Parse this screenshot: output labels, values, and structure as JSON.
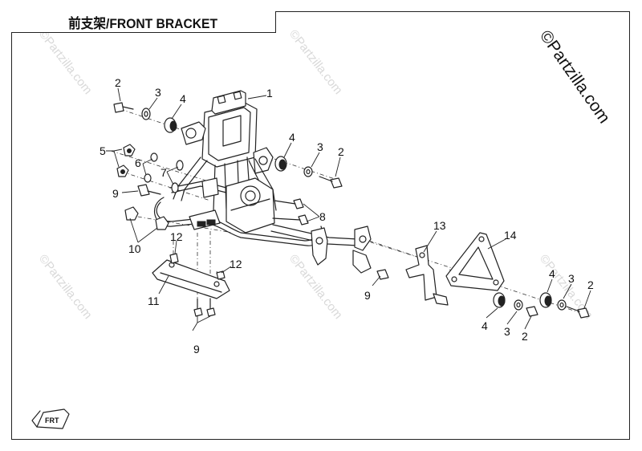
{
  "header": {
    "title": "前支架/FRONT BRACKET"
  },
  "watermark": {
    "text": "©Partzilla.com"
  },
  "logo": {
    "text": "FRT"
  },
  "callouts": [
    {
      "id": "c1",
      "label": "1"
    },
    {
      "id": "c2a",
      "label": "2"
    },
    {
      "id": "c3a",
      "label": "3"
    },
    {
      "id": "c4a",
      "label": "4"
    },
    {
      "id": "c5",
      "label": "5"
    },
    {
      "id": "c6",
      "label": "6"
    },
    {
      "id": "c7",
      "label": "7"
    },
    {
      "id": "c9a",
      "label": "9"
    },
    {
      "id": "c10",
      "label": "10"
    },
    {
      "id": "c4b",
      "label": "4"
    },
    {
      "id": "c3b",
      "label": "3"
    },
    {
      "id": "c2b",
      "label": "2"
    },
    {
      "id": "c8",
      "label": "8"
    },
    {
      "id": "c12a",
      "label": "12"
    },
    {
      "id": "c12b",
      "label": "12"
    },
    {
      "id": "c11",
      "label": "11"
    },
    {
      "id": "c9b",
      "label": "9"
    },
    {
      "id": "c13",
      "label": "13"
    },
    {
      "id": "c9c",
      "label": "9"
    },
    {
      "id": "c14",
      "label": "14"
    },
    {
      "id": "c4c",
      "label": "4"
    },
    {
      "id": "c3c",
      "label": "3"
    },
    {
      "id": "c2c",
      "label": "2"
    },
    {
      "id": "c4d",
      "label": "4"
    },
    {
      "id": "c3d",
      "label": "3"
    },
    {
      "id": "c2d",
      "label": "2"
    }
  ]
}
